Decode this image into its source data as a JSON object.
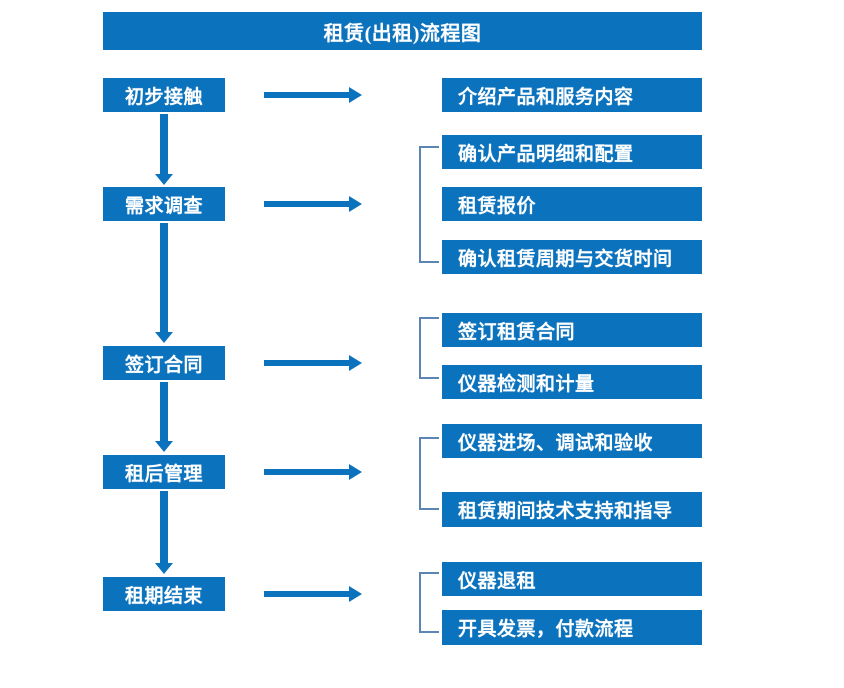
{
  "diagram": {
    "title": "租赁(出租)流程图",
    "colors": {
      "box_fill": "#0b72bd",
      "box_text": "#ffffff",
      "arrow": "#0b72bd",
      "bracket": "#5b86b3",
      "background": "#ffffff"
    },
    "stages": [
      {
        "label": "初步接触"
      },
      {
        "label": "需求调查"
      },
      {
        "label": "签订合同"
      },
      {
        "label": "租后管理"
      },
      {
        "label": "租期结束"
      }
    ],
    "detail_groups": [
      {
        "bracketed": false,
        "items": [
          {
            "label": "介绍产品和服务内容"
          }
        ]
      },
      {
        "bracketed": true,
        "items": [
          {
            "label": "确认产品明细和配置"
          },
          {
            "label": "租赁报价"
          },
          {
            "label": "确认租赁周期与交货时间"
          }
        ]
      },
      {
        "bracketed": true,
        "items": [
          {
            "label": "签订租赁合同"
          },
          {
            "label": "仪器检测和计量"
          }
        ]
      },
      {
        "bracketed": true,
        "items": [
          {
            "label": "仪器进场、调试和验收"
          },
          {
            "label": "租赁期间技术支持和指导"
          }
        ]
      },
      {
        "bracketed": true,
        "items": [
          {
            "label": "仪器退租"
          },
          {
            "label": "开具发票，付款流程"
          }
        ]
      }
    ]
  }
}
